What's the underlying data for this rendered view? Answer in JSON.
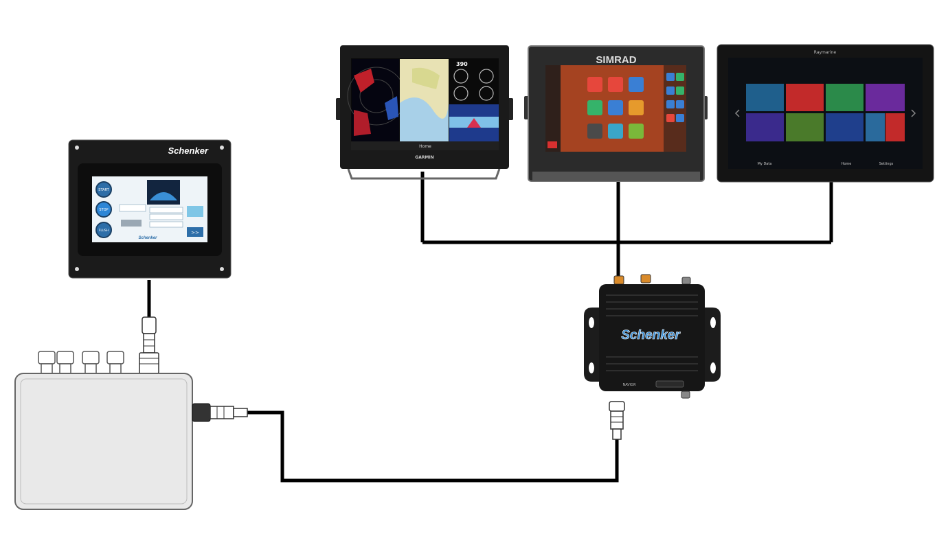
{
  "control_panel": {
    "brand": "Schenker",
    "buttons": {
      "start": "START",
      "stop": "STOP",
      "flush": "FLUSH"
    },
    "footer_logo": "Schenker",
    "next_button": ">>"
  },
  "garmin_display": {
    "brand": "GARMIN",
    "depth_readout": "390",
    "softkeys": [
      "Home"
    ]
  },
  "simrad_display": {
    "brand": "SIMRAD"
  },
  "raymarine_display": {
    "brand": "Raymarine",
    "nav_items": [
      "My Data",
      "Home",
      "Settings"
    ]
  },
  "gateway": {
    "brand": "Schenker",
    "label": "NAVIGR"
  },
  "colors": {
    "cable": "#000000",
    "bezel": "#1a1a1a",
    "screen_blue": "#2c86c8",
    "brand_blue": "#3a8fd6",
    "enclosure": "#e6e6e6"
  }
}
